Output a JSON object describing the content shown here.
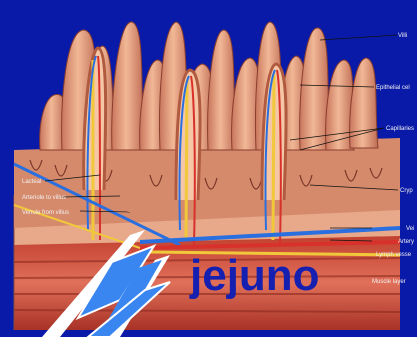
{
  "labels": {
    "villi": "Villi",
    "epithelial": "Epithelial cel",
    "capillaries": "Capillaries",
    "crypt": "Cryp",
    "vein": "Vei",
    "artery": "Artery",
    "lymph_vessel": "Lymph vesse",
    "muscle_layer": "Muscle layer",
    "lacteal": "Lacteal",
    "arteriole": "Arteriole to villus",
    "venule": "Venule from villus"
  },
  "title": "jejuno",
  "colors": {
    "background": "#0a1aa8",
    "tissue": "#e3a07f",
    "vein": "#2a6fe0",
    "artery": "#d8302a",
    "lymph": "#f1c83a",
    "title": "#1520b0"
  }
}
